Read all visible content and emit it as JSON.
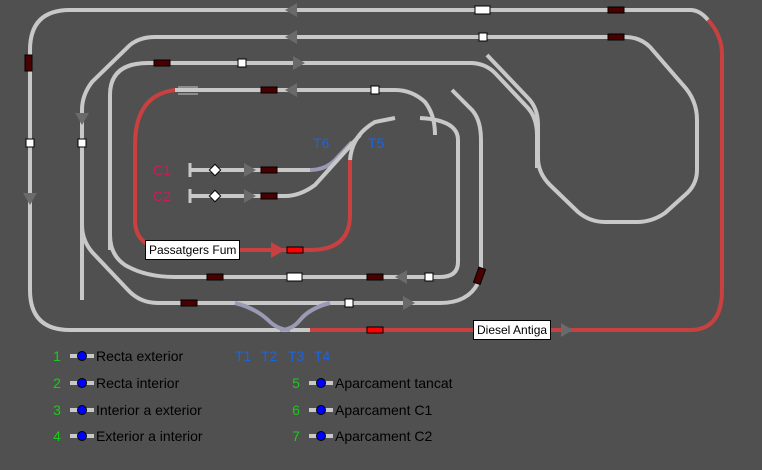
{
  "colors": {
    "background": "#505050",
    "track": "#c8c8c8",
    "track_active": "#c84040",
    "track_switch": "#9a9ab4",
    "occupied_block": "#4a0000",
    "train_block": "#ff0000",
    "sensor": "#ffffff",
    "route_number": "#1ec81e",
    "route_button": "#0000ff",
    "turnout_label": "#1e64dc",
    "siding_label": "#c81e5a"
  },
  "trains": [
    {
      "name": "Passatgers Fum"
    },
    {
      "name": "Diesel Antiga"
    }
  ],
  "sidings": [
    {
      "label": "C1"
    },
    {
      "label": "C2"
    }
  ],
  "turnouts": [
    {
      "label": "T1"
    },
    {
      "label": "T2"
    },
    {
      "label": "T3"
    },
    {
      "label": "T4"
    },
    {
      "label": "T5"
    },
    {
      "label": "T6"
    }
  ],
  "routes": [
    {
      "number": "1",
      "label": "Recta exterior"
    },
    {
      "number": "2",
      "label": "Recta interior"
    },
    {
      "number": "3",
      "label": "Interior a exterior"
    },
    {
      "number": "4",
      "label": "Exterior a interior"
    },
    {
      "number": "5",
      "label": "Aparcament tancat"
    },
    {
      "number": "6",
      "label": "Aparcament C1"
    },
    {
      "number": "7",
      "label": "Aparcament C2"
    }
  ]
}
